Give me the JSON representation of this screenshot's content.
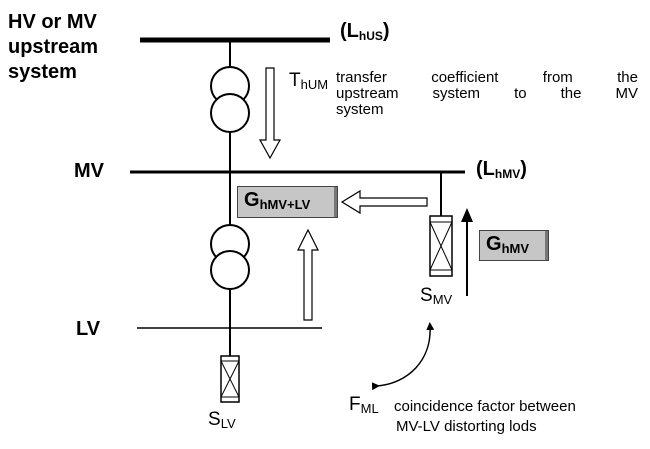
{
  "upstream": {
    "line1": "HV or MV",
    "line2": "upstream",
    "line3": "system",
    "level": "(L",
    "level_sub": "hUS",
    "level_close": ")"
  },
  "transfer": {
    "symbol": "T",
    "symbol_sub": "hUM",
    "text_line1_words": [
      "transfer",
      "coefficient",
      "from",
      "the"
    ],
    "text_line2_words": [
      "upstream",
      "system",
      "to",
      "the",
      "MV"
    ],
    "text_line3": "system"
  },
  "mv": {
    "label": "MV",
    "level": "(L",
    "level_sub": "hMV",
    "level_close": ")"
  },
  "lv": {
    "label": "LV"
  },
  "boxes": {
    "g_mvlv": "G",
    "g_mvlv_sub": "hMV+LV",
    "g_mv": "G",
    "g_mv_sub": "hMV"
  },
  "loads": {
    "smv": "S",
    "smv_sub": "MV",
    "slv": "S",
    "slv_sub": "LV"
  },
  "coincidence": {
    "symbol": "F",
    "symbol_sub": "ML",
    "text_line1": "coincidence factor between",
    "text_line2": "MV-LV distorting lods"
  }
}
